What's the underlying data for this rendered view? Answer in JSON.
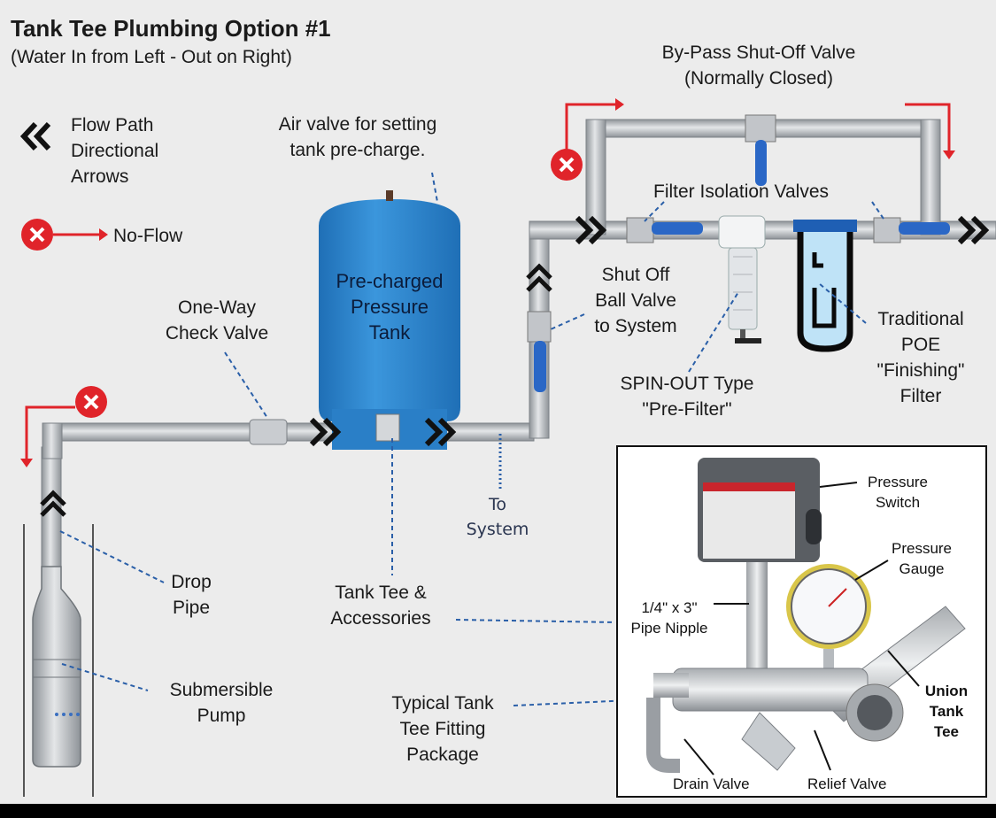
{
  "title": "Tank Tee Plumbing Option #1",
  "subtitle": "(Water In from Left - Out on Right)",
  "legend": {
    "flow_path_lines": [
      "Flow Path",
      "Directional",
      "Arrows"
    ],
    "no_flow": "No-Flow"
  },
  "labels": {
    "bypass_valve": [
      "By-Pass Shut-Off Valve",
      "(Normally Closed)"
    ],
    "air_valve": [
      "Air valve for setting",
      "tank pre-charge."
    ],
    "tank": [
      "Pre-charged",
      "Pressure",
      "Tank"
    ],
    "check_valve": [
      "One-Way",
      "Check Valve"
    ],
    "filter_isolation": "Filter Isolation Valves",
    "shut_off_ball_valve": [
      "Shut Off",
      "Ball Valve",
      "to System"
    ],
    "poe_filter": [
      "Traditional",
      "POE",
      "\"Finishing\"",
      "Filter"
    ],
    "spin_out": [
      "SPIN-OUT Type",
      "\"Pre-Filter\""
    ],
    "to_system": [
      "To",
      "System"
    ],
    "drop_pipe": [
      "Drop",
      "Pipe"
    ],
    "tank_tee_accessories": [
      "Tank Tee &",
      "Accessories"
    ],
    "submersible_pump": [
      "Submersible",
      "Pump"
    ],
    "typical_package": [
      "Typical Tank",
      "Tee Fitting",
      "Package"
    ]
  },
  "inset": {
    "pressure_switch": [
      "Pressure",
      "Switch"
    ],
    "pressure_gauge": [
      "Pressure",
      "Gauge"
    ],
    "pipe_nipple": [
      "1/4\" x 3\"",
      "Pipe Nipple"
    ],
    "union_tank_tee": [
      "Union",
      "Tank",
      "Tee"
    ],
    "drain_valve": "Drain Valve",
    "relief_valve": "Relief Valve"
  },
  "colors": {
    "tank_blue": "#2f86cf",
    "pipe_gray": "#b9bdc2",
    "leader_blue": "#2a5fa8",
    "no_flow_red": "#e0242a",
    "arrow_black": "#111111"
  }
}
